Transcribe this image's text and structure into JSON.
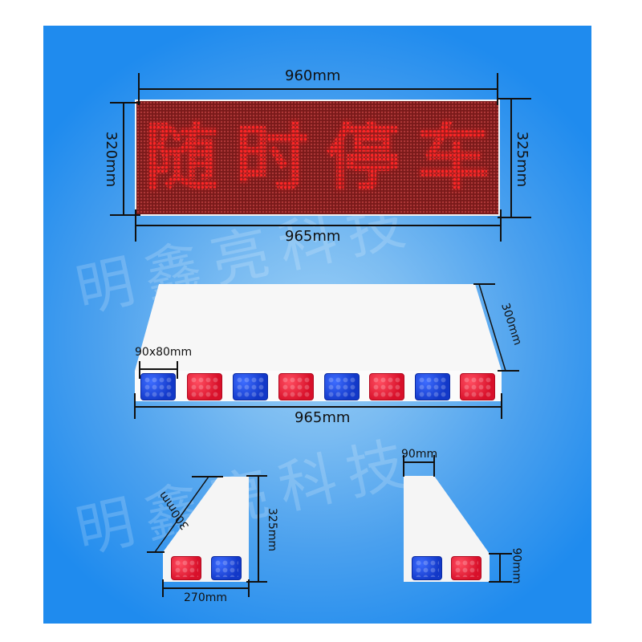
{
  "watermark": "明鑫亮科技",
  "colors": {
    "background": "#1f8bee",
    "led_text": "#ff2a2a",
    "led_panel": "#7a1a1a",
    "lamp_blue": "#1238c8",
    "lamp_red": "#d8102a",
    "box_white": "#f7f7f7"
  },
  "led_display": {
    "text": [
      "随",
      "时",
      "停",
      "车"
    ],
    "dim_top": "960mm",
    "dim_bottom": "965mm",
    "dim_left": "320mm",
    "dim_right": "325mm"
  },
  "light_bar_front": {
    "dim_lamp": "90x80mm",
    "dim_width": "965mm",
    "dim_depth": "300mm",
    "lamps": [
      "blue",
      "red",
      "blue",
      "red",
      "blue",
      "red",
      "blue",
      "red"
    ]
  },
  "side_view_left": {
    "dim_slant": "300mm",
    "dim_height": "325mm",
    "dim_base": "270mm",
    "lamps": [
      "red",
      "blue"
    ]
  },
  "side_view_right": {
    "dim_top": "90mm",
    "dim_height": "90mm",
    "lamps": [
      "blue",
      "red"
    ]
  }
}
